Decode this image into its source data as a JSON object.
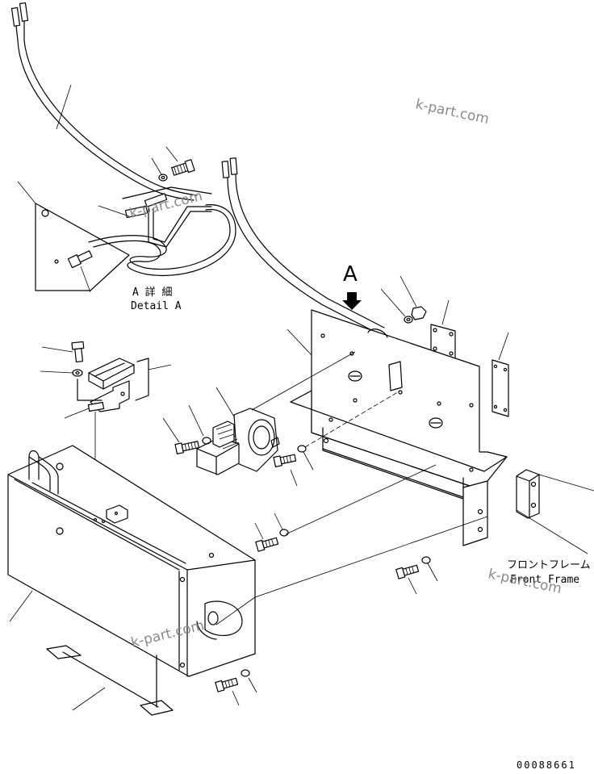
{
  "labels": {
    "view_marker": "A",
    "detail_jp": "A 詳 細",
    "detail_en": "Detail A",
    "front_frame_jp": "フロントフレーム",
    "front_frame_en": "Front Frame"
  },
  "watermarks": [
    "k-part.com",
    "k-part.com",
    "k-part.com",
    "k-part.com"
  ],
  "drawing_number": "00088661"
}
